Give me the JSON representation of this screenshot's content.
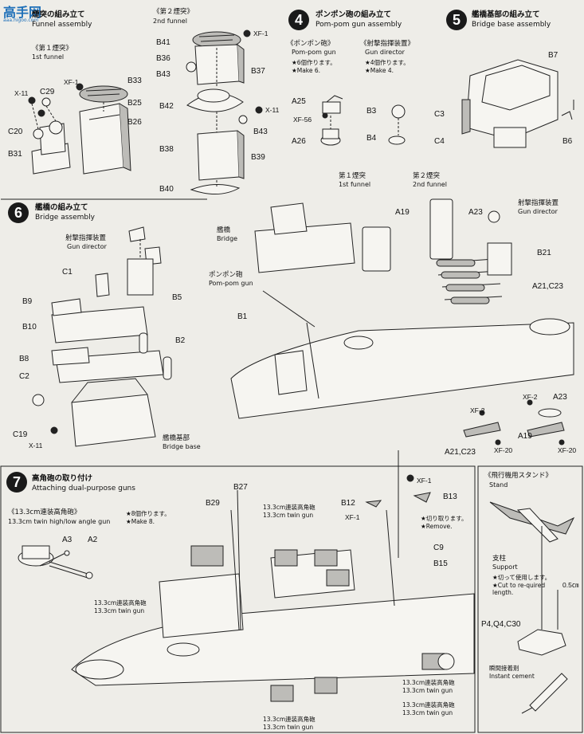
{
  "watermark": {
    "name": "高手网",
    "url_text": "aaa.higoo.com"
  },
  "step_top_left": {
    "title_jp": "煙突の組み立て",
    "title_en": "Funnel assembly"
  },
  "funnel1": {
    "title_jp": "《第１煙突》",
    "title_en": "1st funnel",
    "parts": [
      "X-11",
      "C29",
      "XF-1",
      "B33",
      "B25",
      "B26",
      "C20",
      "B31"
    ]
  },
  "funnel2": {
    "title_jp": "《第２煙突》",
    "title_en": "2nd funnel",
    "parts": [
      "XF-1",
      "B41",
      "B36",
      "B43",
      "B37",
      "X-11",
      "B42",
      "B43",
      "B38",
      "B39",
      "B40"
    ]
  },
  "step4": {
    "num": "4",
    "title_jp": "ポンポン砲の組み立て",
    "title_en": "Pom-pom gun assembly",
    "pompom": {
      "title_jp": "《ポンポン砲》",
      "title_en": "Pom-pom gun",
      "note_jp": "★6個作ります。",
      "note_en": "★Make 6."
    },
    "director": {
      "title_jp": "《射撃指揮装置》",
      "title_en": "Gun director",
      "note_jp": "★4個作ります。",
      "note_en": "★Make 4."
    },
    "parts": [
      "A25",
      "XF-56",
      "A26",
      "B3",
      "B4"
    ]
  },
  "step5": {
    "num": "5",
    "title_jp": "艦橋基部の組み立て",
    "title_en": "Bridge base assembly",
    "parts": [
      "B7",
      "C3",
      "C4",
      "B6"
    ]
  },
  "step6": {
    "num": "6",
    "title_jp": "艦橋の組み立て",
    "title_en": "Bridge assembly",
    "labels": {
      "director_jp": "射撃指揮装置",
      "director_en": "Gun director",
      "base_jp": "艦橋基部",
      "base_en": "Bridge base"
    },
    "parts": [
      "C1",
      "B5",
      "B9",
      "B10",
      "B2",
      "B8",
      "C2",
      "C19",
      "X-11"
    ]
  },
  "hull_upper": {
    "funnel1_jp": "第１煙突",
    "funnel1_en": "1st funnel",
    "funnel2_jp": "第２煙突",
    "funnel2_en": "2nd funnel",
    "bridge_jp": "艦橋",
    "bridge_en": "Bridge",
    "pompom_jp": "ポンポン砲",
    "pompom_en": "Pom-pom gun",
    "director_jp": "射撃指揮装置",
    "director_en": "Gun director",
    "parts": [
      "A19",
      "A23",
      "B21",
      "A21,C23",
      "B1",
      "XF-2",
      "A23",
      "XF-2",
      "A21,C23",
      "A19",
      "XF-20",
      "XF-20"
    ]
  },
  "step7": {
    "num": "7",
    "title_jp": "高角砲の取り付け",
    "title_en": "Attaching dual-purpose guns",
    "twin_title_jp": "《13.3cm連装高角砲》",
    "twin_title_en": "13.3cm twin high/low angle gun",
    "note_jp": "★8個作ります。",
    "note_en": "★Make 8.",
    "gun_jp": "13.3cm連装高角砲",
    "gun_en": "13.3cm twin gun",
    "cut_jp": "★切り取ります。",
    "cut_en": "★Remove.",
    "parts": [
      "A3",
      "A2",
      "B27",
      "B29",
      "XF-1",
      "B12",
      "B13",
      "XF-1",
      "C9",
      "B15"
    ]
  },
  "stand": {
    "title_jp": "《飛行機用スタンド》",
    "title_en": "Stand",
    "support_jp": "支柱",
    "support_en": "Support",
    "cut_jp": "★切って使用します。",
    "cut_en": "★Cut to re-quired length.",
    "size": "0.5㎝",
    "parts_label": "P4,Q4,C30",
    "cement_jp": "瞬間接着剤",
    "cement_en": "Instant cement"
  }
}
